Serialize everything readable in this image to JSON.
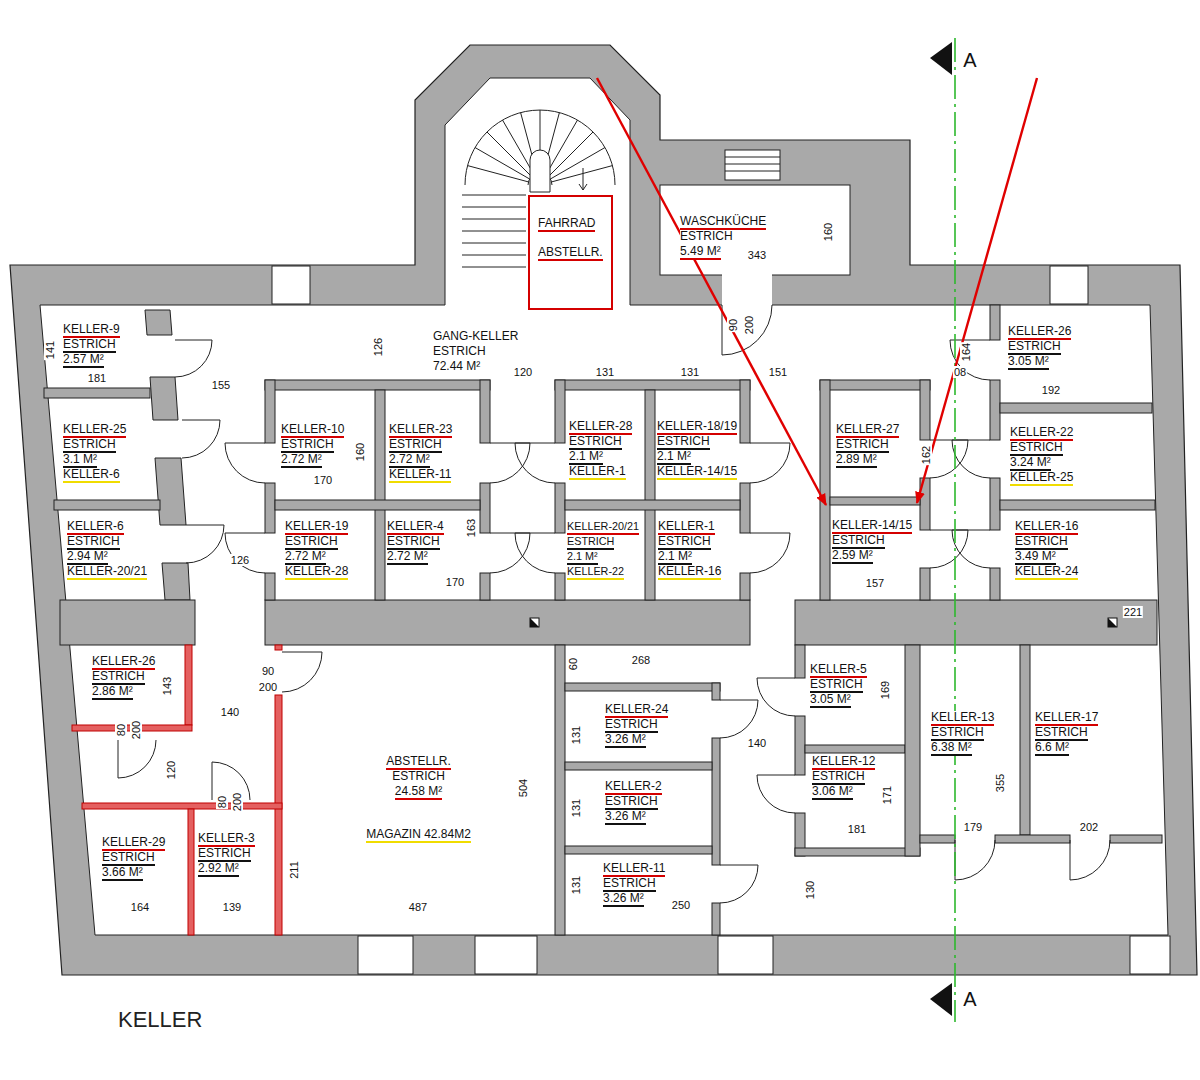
{
  "diagram": {
    "title": "KELLER",
    "nodes": [
      {
        "text": [
          "FAHRRAD",
          "ABSTELLR."
        ]
      },
      {
        "text": [
          "WASCHKÜCHE",
          "ESTRICH",
          "5.49 M²"
        ]
      },
      {
        "text": [
          "KELLER-9",
          "ESTRICH",
          "2.57 M²"
        ]
      },
      {
        "text": [
          "GANG-KELLER",
          "ESTRICH",
          "72.44 M²"
        ]
      },
      {
        "text": [
          "KELLER-26",
          "ESTRICH",
          "3.05 M²"
        ]
      },
      {
        "text": [
          "KELLER-25",
          "ESTRICH",
          "3.1 M²",
          "KELLER-6"
        ]
      },
      {
        "text": [
          "KELLER-10",
          "ESTRICH",
          "2.72 M²"
        ]
      },
      {
        "text": [
          "KELLER-23",
          "ESTRICH",
          "2.72 M²",
          "KELLER-11"
        ]
      },
      {
        "text": [
          "KELLER-28",
          "ESTRICH",
          "2.1 M²",
          "KELLER-1"
        ]
      },
      {
        "text": [
          "KELLER-18/19",
          "ESTRICH",
          "2.1 M²",
          "KELLER-14/15"
        ]
      },
      {
        "text": [
          "KELLER-27",
          "ESTRICH",
          "2.89 M²"
        ]
      },
      {
        "text": [
          "KELLER-22",
          "ESTRICH",
          "3.24 M²",
          "KELLER-25"
        ]
      },
      {
        "text": [
          "KELLER-6",
          "ESTRICH",
          "2.94 M²",
          "KELLER-20/21"
        ]
      },
      {
        "text": [
          "KELLER-19",
          "ESTRICH",
          "2.72 M²",
          "KELLER-28"
        ]
      },
      {
        "text": [
          "KELLER-4",
          "ESTRICH",
          "2.72 M²"
        ]
      },
      {
        "text": [
          "KELLER-20/21",
          "ESTRICH",
          "2.1 M²",
          "KELLER-22"
        ]
      },
      {
        "text": [
          "KELLER-1",
          "ESTRICH",
          "2.1 M²",
          "KELLER-16"
        ]
      },
      {
        "text": [
          "KELLER-14/15",
          "ESTRICH",
          "2.59 M²"
        ]
      },
      {
        "text": [
          "KELLER-16",
          "ESTRICH",
          "3.49 M²",
          "KELLER-24"
        ]
      },
      {
        "text": [
          "KELLER-26",
          "ESTRICH",
          "2.86 M²"
        ]
      },
      {
        "text": [
          "ABSTELLR.",
          "ESTRICH",
          "24.58 M²",
          "MAGAZIN 42.84M2"
        ]
      },
      {
        "text": [
          "KELLER-24",
          "ESTRICH",
          "3.26 M²"
        ]
      },
      {
        "text": [
          "KELLER-5",
          "ESTRICH",
          "3.05 M²"
        ]
      },
      {
        "text": [
          "KELLER-13",
          "ESTRICH",
          "6.38 M²"
        ]
      },
      {
        "text": [
          "KELLER-17",
          "ESTRICH",
          "6.6 M²"
        ]
      },
      {
        "text": [
          "KELLER-2",
          "ESTRICH",
          "3.26 M²"
        ]
      },
      {
        "text": [
          "KELLER-12",
          "ESTRICH",
          "3.06 M²"
        ]
      },
      {
        "text": [
          "KELLER-29",
          "ESTRICH",
          "3.66 M²"
        ]
      },
      {
        "text": [
          "KELLER-3",
          "ESTRICH",
          "2.92 M²"
        ]
      },
      {
        "text": [
          "KELLER-11",
          "ESTRICH",
          "3.26 M²"
        ]
      }
    ],
    "labels": [
      "160",
      "343",
      "90",
      "200",
      "126",
      "141",
      "181",
      "155",
      "120",
      "131",
      "131",
      "151",
      "164",
      "08",
      "192",
      "160",
      "170",
      "162",
      "126",
      "170",
      "163",
      "157",
      "221",
      "268",
      "60",
      "90",
      "200",
      "143",
      "169",
      "140",
      "80",
      "200",
      "120",
      "140",
      "131",
      "504",
      "355",
      "80",
      "200",
      "171",
      "131",
      "181",
      "179",
      "202",
      "211",
      "130",
      "131",
      "250",
      "164",
      "139",
      "487",
      "A",
      "A"
    ]
  }
}
